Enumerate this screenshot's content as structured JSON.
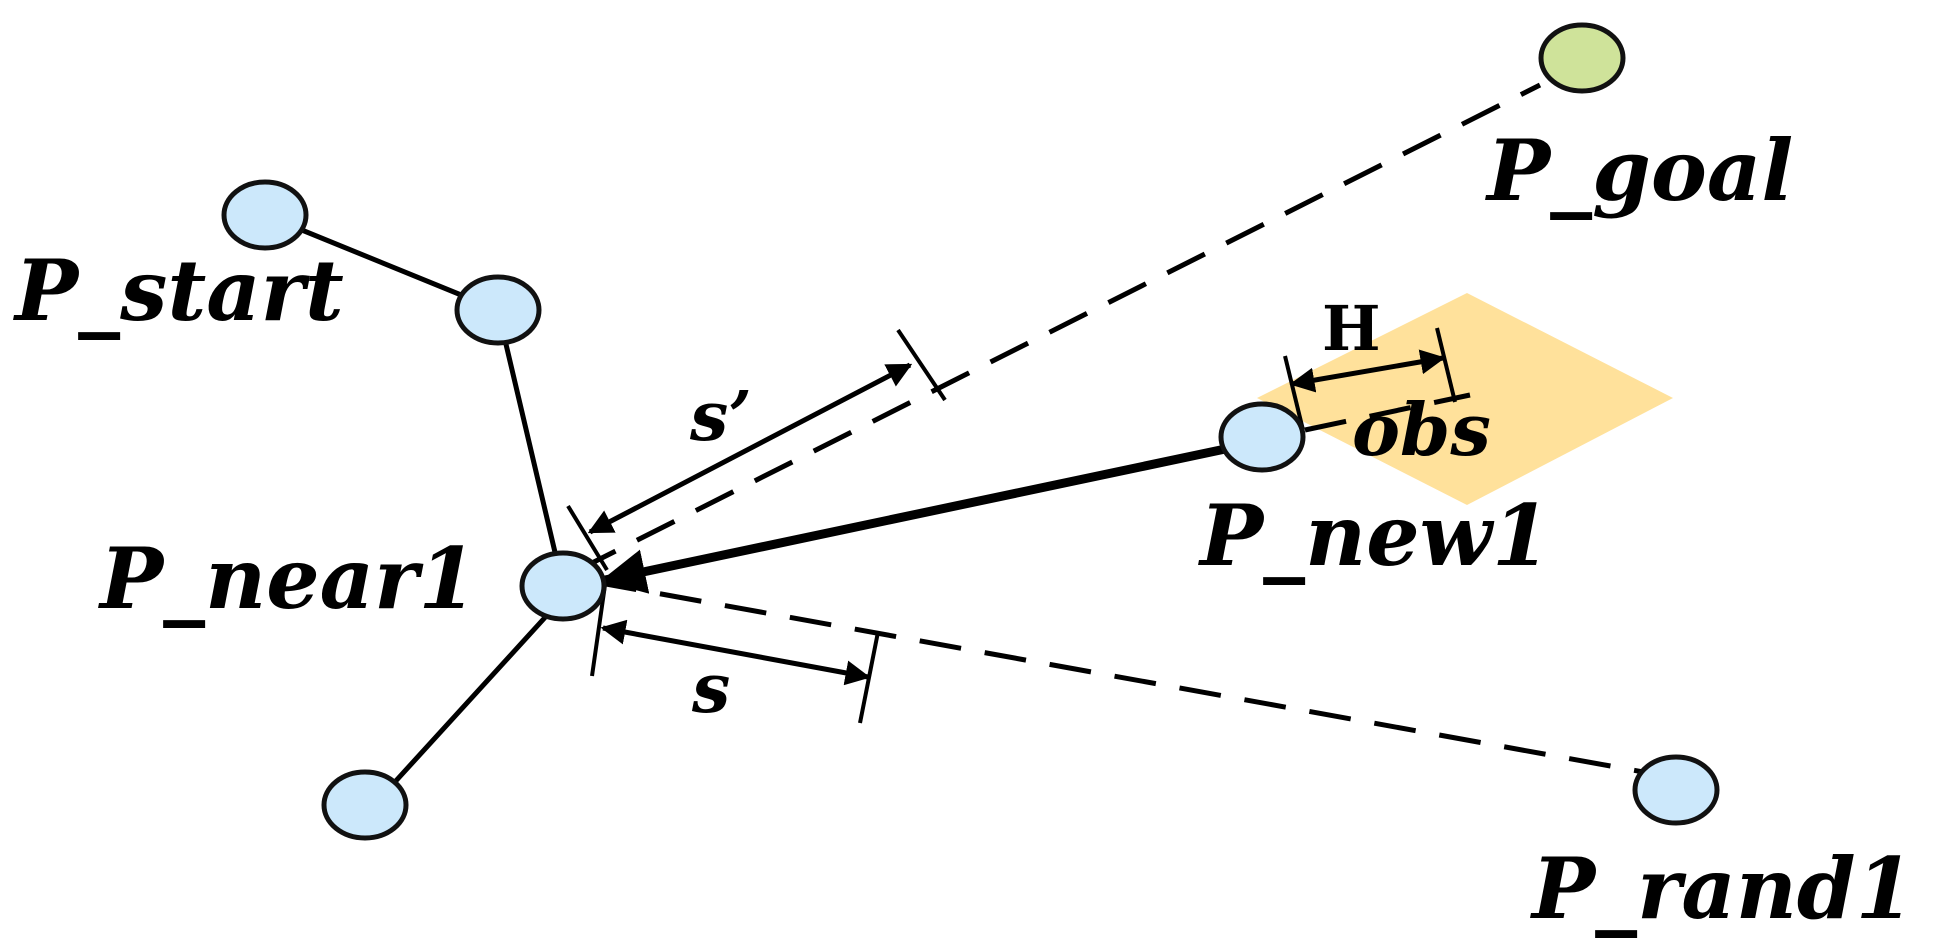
{
  "diagram": {
    "labels": {
      "p_start": "P_start",
      "p_goal": "P_goal",
      "p_near1": "P_near1",
      "p_new1": "P_new1",
      "p_rand1": "P_rand1",
      "s_prime": "s’",
      "s": "s",
      "h": "H",
      "obs": "obs"
    },
    "colors": {
      "node_fill": "#cce8fb",
      "goal_fill": "#cfe39a",
      "obstacle_fill": "#ffe19b",
      "line": "#000000"
    }
  }
}
